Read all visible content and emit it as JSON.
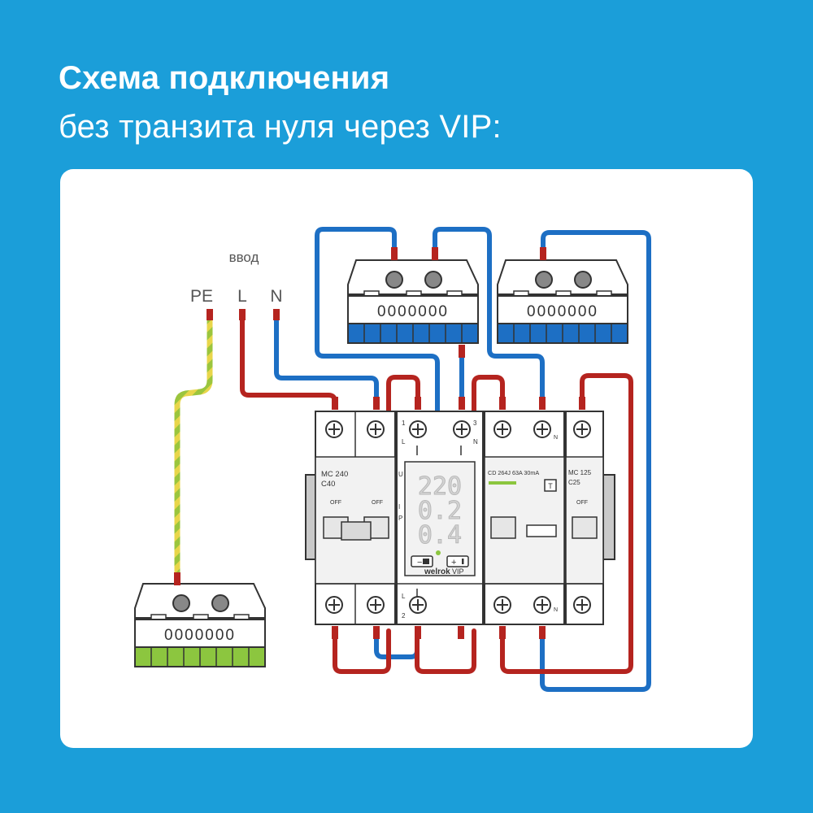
{
  "header": {
    "title_line1": "Схема подключения",
    "title_line2": "без транзита нуля через VIP:"
  },
  "diagram": {
    "input_caption": "ввод",
    "terminals": {
      "pe": "PE",
      "l": "L",
      "n": "N"
    },
    "breaker_main": {
      "model": "MC 240",
      "rating": "C40",
      "off1": "OFF",
      "off2": "OFF"
    },
    "relay": {
      "brand": "welrok",
      "model": "VIP",
      "top_left_num": "1",
      "top_left_letter": "L",
      "top_right_num": "3",
      "top_right_letter": "N",
      "side_u": "U",
      "side_i": "I",
      "side_p": "P",
      "bottom_l": "L",
      "bottom_2": "2",
      "display_values": [
        "220",
        "0.2",
        "0.4"
      ],
      "btn_minus": "−",
      "btn_plus": "+"
    },
    "rcd": {
      "model": "CD 264J 63A 30mA",
      "test": "T",
      "n_top": "N",
      "n_bottom": "N"
    },
    "breaker_out": {
      "model": "MC 125",
      "rating": "C25",
      "off": "OFF"
    },
    "bus_holes": "0000000"
  },
  "colors": {
    "background": "#1b9ed9",
    "phase_wire": "#b5241f",
    "neutral_wire": "#1d6fc4",
    "ground_wire_a": "#9bc53d",
    "ground_wire_b": "#e8d64a",
    "blue_bus": "#1d6fc4",
    "green_bus": "#8cc63f"
  }
}
